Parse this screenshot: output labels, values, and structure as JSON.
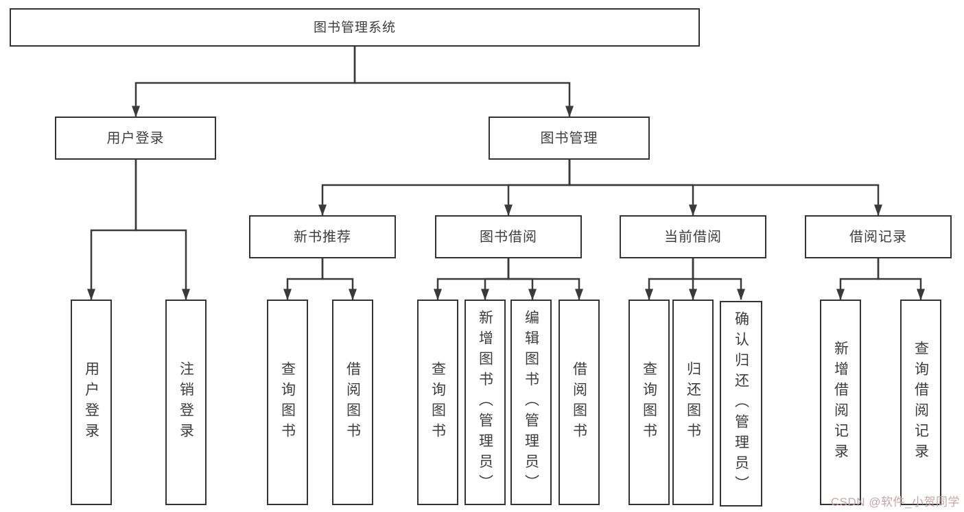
{
  "diagram": {
    "root_label": "图书管理系统",
    "level1": [
      {
        "label": "用户登录",
        "children": [
          "用户登录",
          "注销登录"
        ]
      },
      {
        "label": "图书管理"
      }
    ],
    "level2": [
      {
        "label": "新书推荐",
        "children": [
          "查询图书",
          "借阅图书"
        ]
      },
      {
        "label": "图书借阅",
        "children": [
          "查询图书",
          "新增图书（管理员）",
          "编辑图书（管理员）",
          "借阅图书"
        ]
      },
      {
        "label": "当前借阅",
        "children": [
          "查询图书",
          "归还图书",
          "确认归还（管理员）"
        ]
      },
      {
        "label": "借阅记录",
        "children": [
          "新增借阅记录",
          "查询借阅记录"
        ]
      }
    ]
  },
  "watermark": {
    "text": "CSDN @软件_小贺同学"
  },
  "colors": {
    "line": "#3a3a3a",
    "box_border": "#333333",
    "text": "#3d3d3d",
    "watermark": "#c9a6a6"
  }
}
